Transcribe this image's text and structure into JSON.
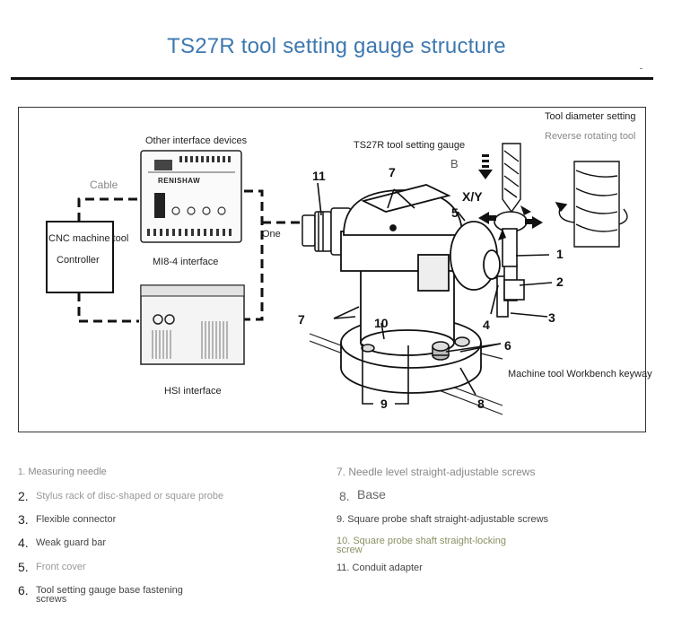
{
  "title": "TS27R tool setting gauge structure",
  "diagram": {
    "labels": {
      "other_devices": "Other interface devices",
      "cable": "Cable",
      "cnc_controller": "CNC machine tool",
      "controller": "Controller",
      "mi8": "MI8-4 interface",
      "hsi": "HSI interface",
      "one": "One",
      "ts27r": "TS27R tool setting gauge",
      "b": "B",
      "xy": "X/Y",
      "diameter_setting": "Tool diameter setting",
      "reverse_rotating": "Reverse rotating tool",
      "workbench_keyway": "Machine tool Workbench keyway",
      "renishaw": "RENISHAW"
    },
    "callouts": {
      "c1": "1",
      "c2": "2",
      "c3": "3",
      "c4": "4",
      "c5": "5",
      "c6": "6",
      "c7a": "7",
      "c7b": "7",
      "c8": "8",
      "c9": "9",
      "c10": "10",
      "c11": "11"
    }
  },
  "legend": [
    {
      "num": "1.",
      "text": "Measuring needle"
    },
    {
      "num": "2.",
      "text": "Stylus rack of disc-shaped or square probe"
    },
    {
      "num": "3.",
      "text": "Flexible connector"
    },
    {
      "num": "4.",
      "text": "Weak guard bar"
    },
    {
      "num": "5.",
      "text": "Front cover"
    },
    {
      "num": "6.",
      "text": "Tool setting gauge base fastening screws"
    },
    {
      "num": "",
      "text": "7. Needle level straight-adjustable screws"
    },
    {
      "num": "8.",
      "text": "Base"
    },
    {
      "num": "",
      "text": "9. Square probe shaft straight-adjustable screws"
    },
    {
      "num": "",
      "text": "10. Square probe shaft straight-locking screw"
    },
    {
      "num": "",
      "text": "11. Conduit adapter"
    }
  ],
  "colors": {
    "title": "#3d78b0",
    "line": "#111111",
    "gray_text": "#888888"
  }
}
